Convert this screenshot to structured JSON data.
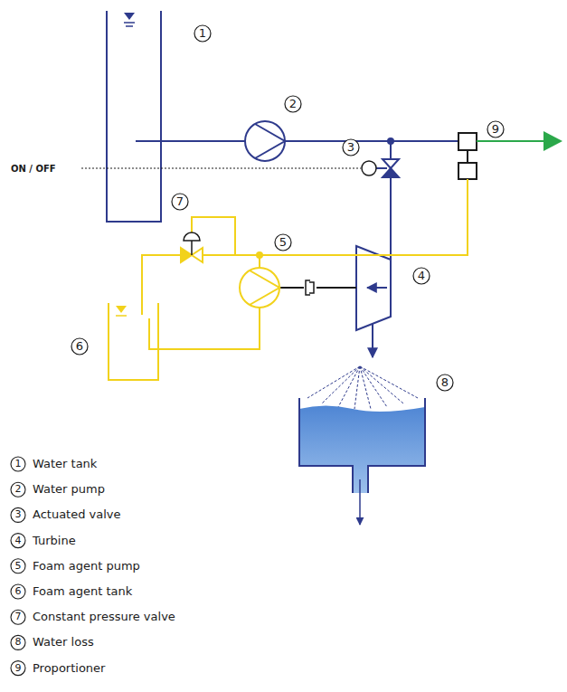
{
  "diagram": {
    "labels": [
      "1",
      "2",
      "3",
      "4",
      "5",
      "6",
      "7",
      "8",
      "9",
      "ON / OFF",
      "1",
      "Water tank",
      "2",
      "Water pump",
      "3",
      "Actuated valve",
      "4",
      "Turbine",
      "5",
      "Foam agent pump",
      "6",
      "Foam agent tank",
      "7",
      "Constant pressure valve",
      "8",
      "Water loss",
      "9",
      "Proportioner"
    ]
  }
}
